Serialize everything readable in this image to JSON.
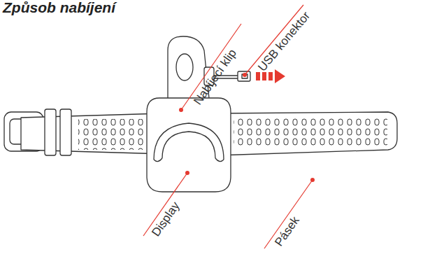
{
  "diagram": {
    "title": "Způsob nabíjení",
    "labels": [
      "Nabíjecí klip",
      "USB konektor",
      "Display",
      "Pásek"
    ]
  }
}
